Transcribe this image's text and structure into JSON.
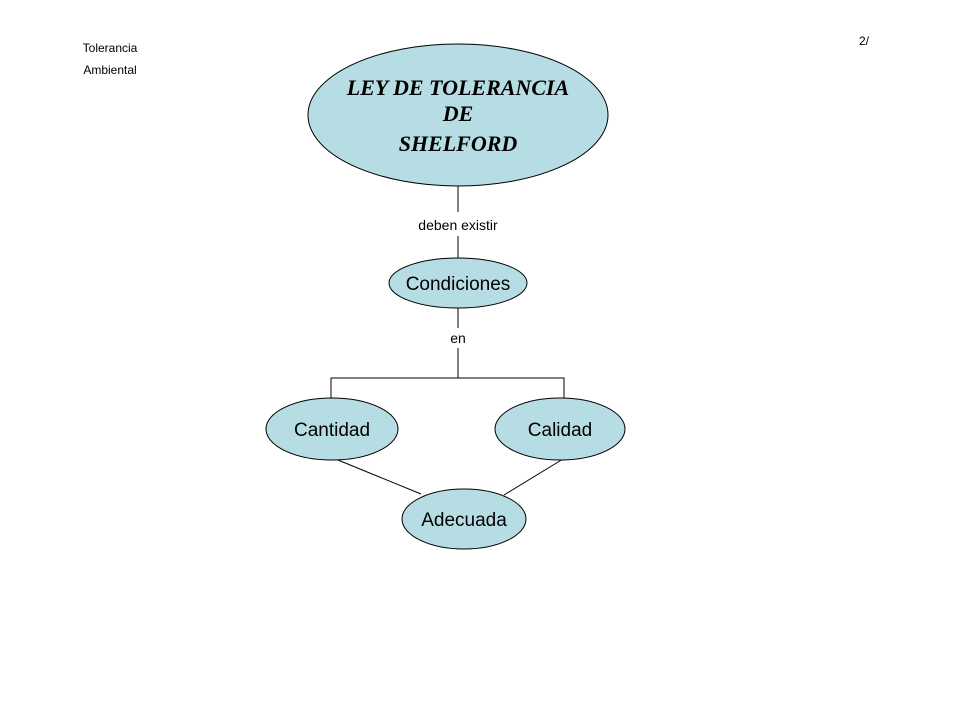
{
  "header": {
    "line1": "Tolerancia",
    "line2": "Ambiental",
    "page_number": "2/"
  },
  "diagram": {
    "title_lines": [
      "LEY DE TOLERANCIA",
      "DE",
      "SHELFORD"
    ],
    "edge_labels": {
      "must_exist": "deben existir",
      "in": "en"
    },
    "nodes": {
      "conditions": "Condiciones",
      "quantity": "Cantidad",
      "quality": "Calidad",
      "adequate": "Adecuada"
    }
  },
  "colors": {
    "node_fill": "#b7dde4",
    "stroke": "#000000"
  }
}
